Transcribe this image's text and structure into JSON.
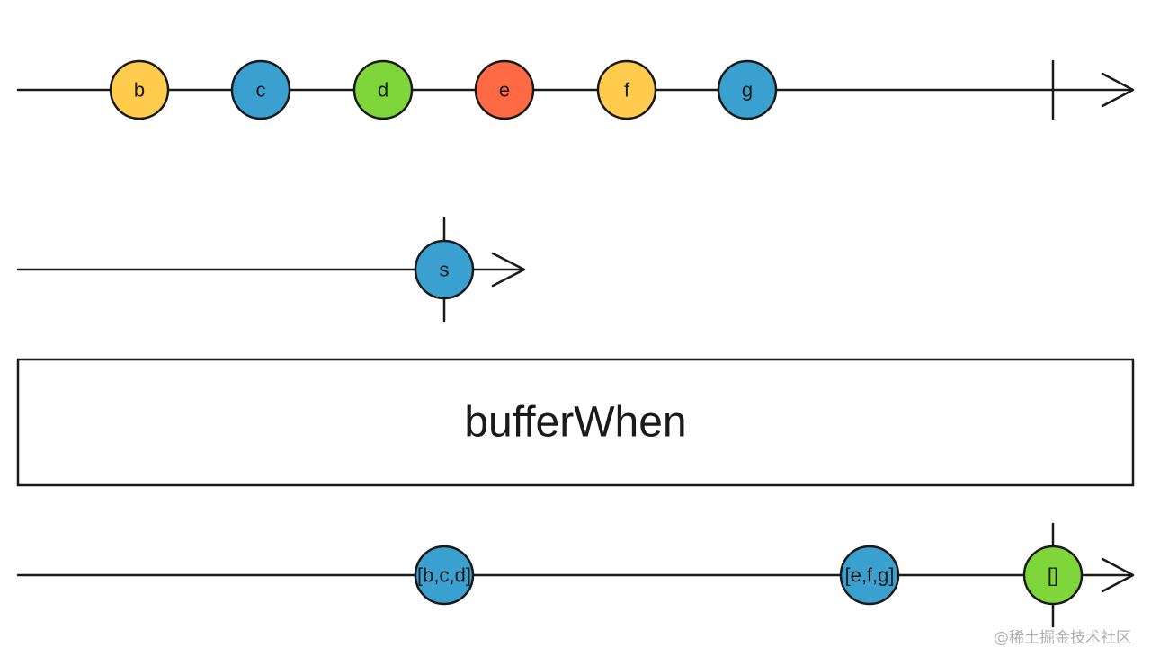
{
  "operator": {
    "name": "bufferWhen"
  },
  "colors": {
    "yellow": "#ffcc4d",
    "blue": "#3aa0cf",
    "green": "#7fd63a",
    "red": "#ff6a45",
    "stroke": "#1a1a1a"
  },
  "source": {
    "marbles": [
      {
        "label": "b",
        "color": "#ffcc4d"
      },
      {
        "label": "c",
        "color": "#3aa0cf"
      },
      {
        "label": "d",
        "color": "#7fd63a"
      },
      {
        "label": "e",
        "color": "#ff6a45"
      },
      {
        "label": "f",
        "color": "#ffcc4d"
      },
      {
        "label": "g",
        "color": "#3aa0cf"
      }
    ],
    "completed": true
  },
  "closing": {
    "marbles": [
      {
        "label": "s",
        "color": "#3aa0cf"
      }
    ]
  },
  "output": {
    "marbles": [
      {
        "label": "[b,c,d]",
        "color": "#3aa0cf"
      },
      {
        "label": "[e,f,g]",
        "color": "#3aa0cf"
      },
      {
        "label": "[]",
        "color": "#7fd63a"
      }
    ],
    "completed": true
  },
  "watermark": "@稀土掘金技术社区"
}
